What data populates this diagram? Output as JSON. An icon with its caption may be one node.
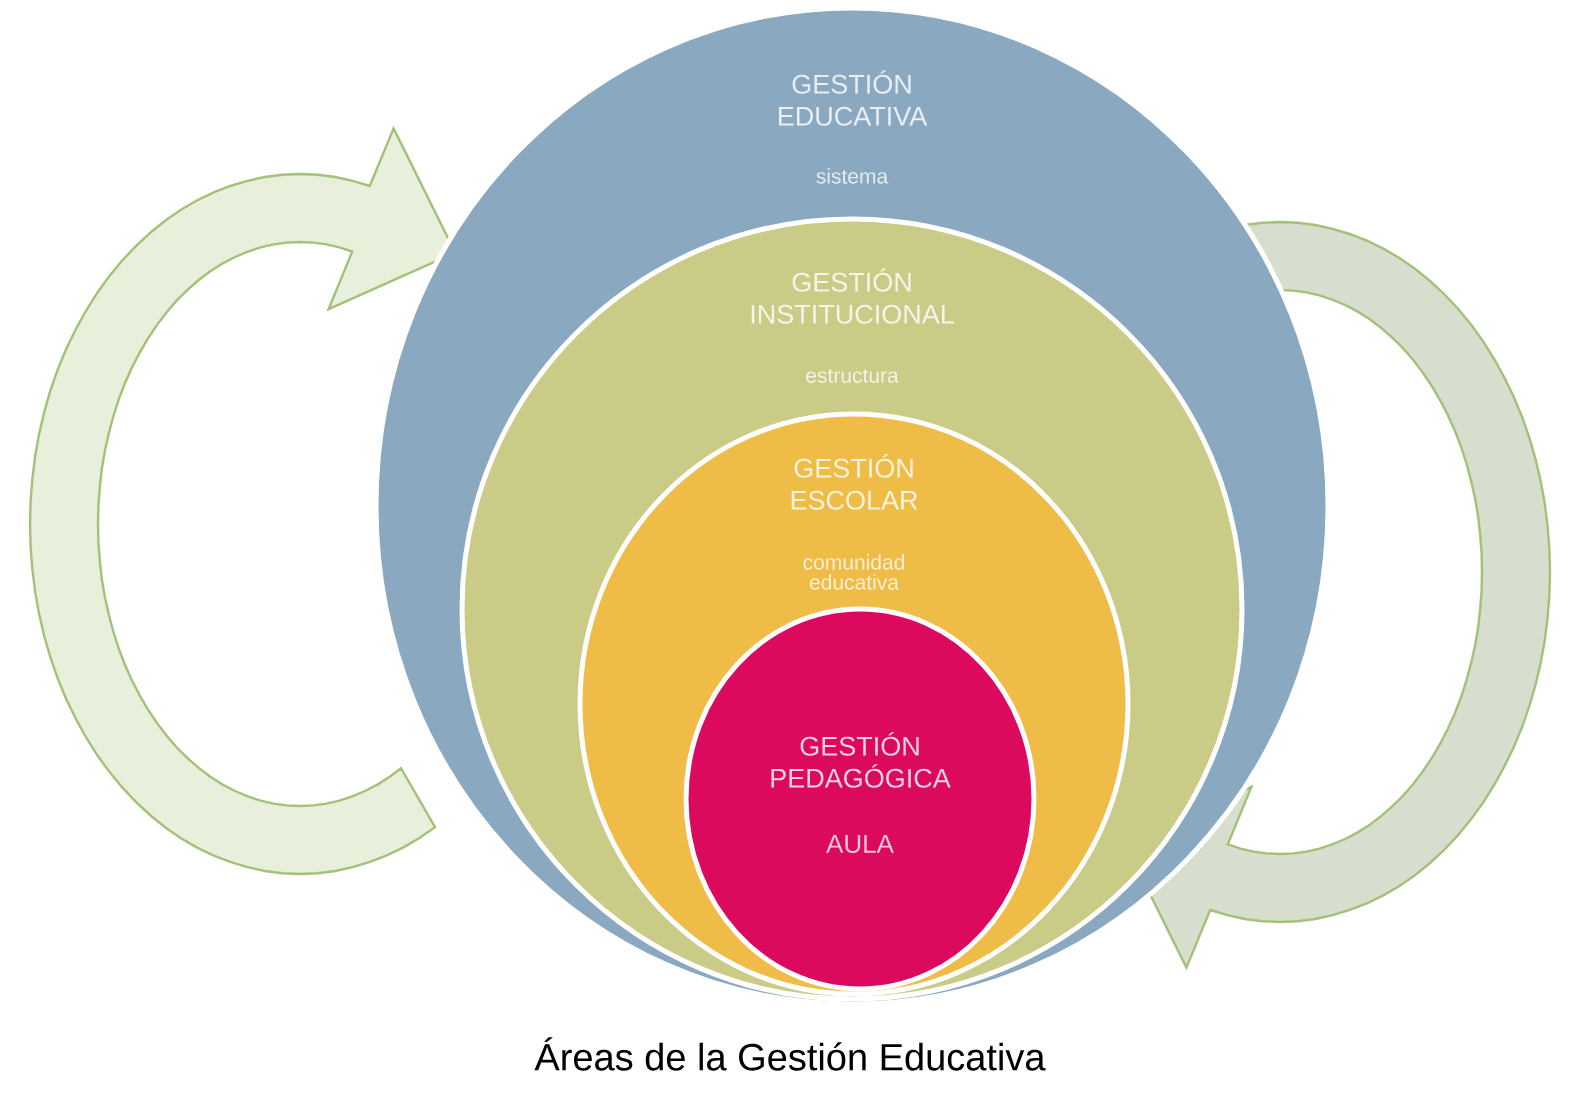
{
  "diagram": {
    "caption": "Áreas de la Gestión Educativa",
    "nodes": [
      {
        "text": [
          "GESTIÓN EDUCATIVA",
          "sistema"
        ]
      },
      {
        "text": [
          "GESTIÓN INSTITUCIONAL",
          "estructura"
        ],
        "in": 0
      },
      {
        "text": [
          "GESTIÓN ESCOLAR",
          "comunidad educativa"
        ],
        "in": 1
      },
      {
        "text": [
          "GESTIÓN PEDAGÓGICA",
          "AULA"
        ],
        "in": 2
      }
    ]
  }
}
